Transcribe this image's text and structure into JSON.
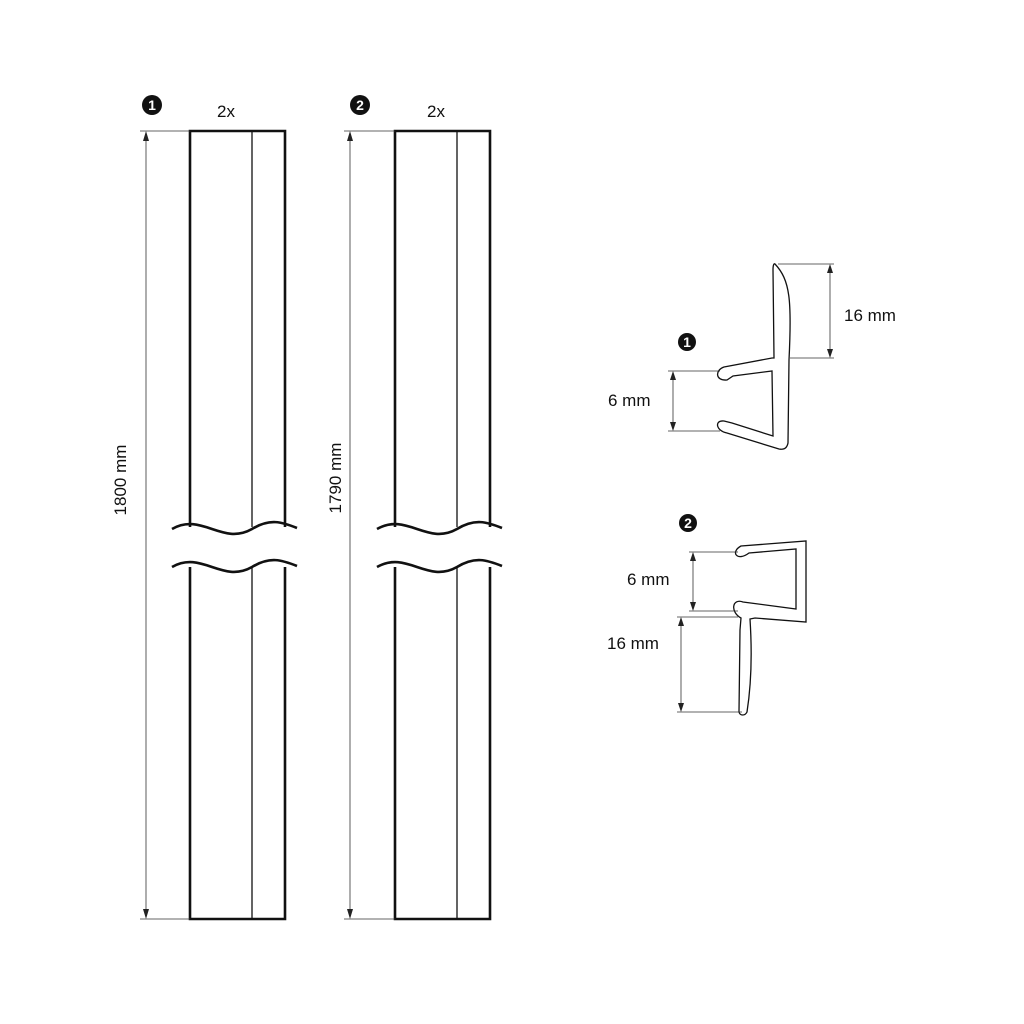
{
  "strips": [
    {
      "marker": "1",
      "qty": "2x",
      "length": "1800 mm"
    },
    {
      "marker": "2",
      "qty": "2x",
      "length": "1790 mm"
    }
  ],
  "profiles": [
    {
      "marker": "1",
      "lip_height": "16 mm",
      "glass_thickness": "6 mm"
    },
    {
      "marker": "2",
      "glass_thickness": "6 mm",
      "lip_height": "16 mm"
    }
  ]
}
